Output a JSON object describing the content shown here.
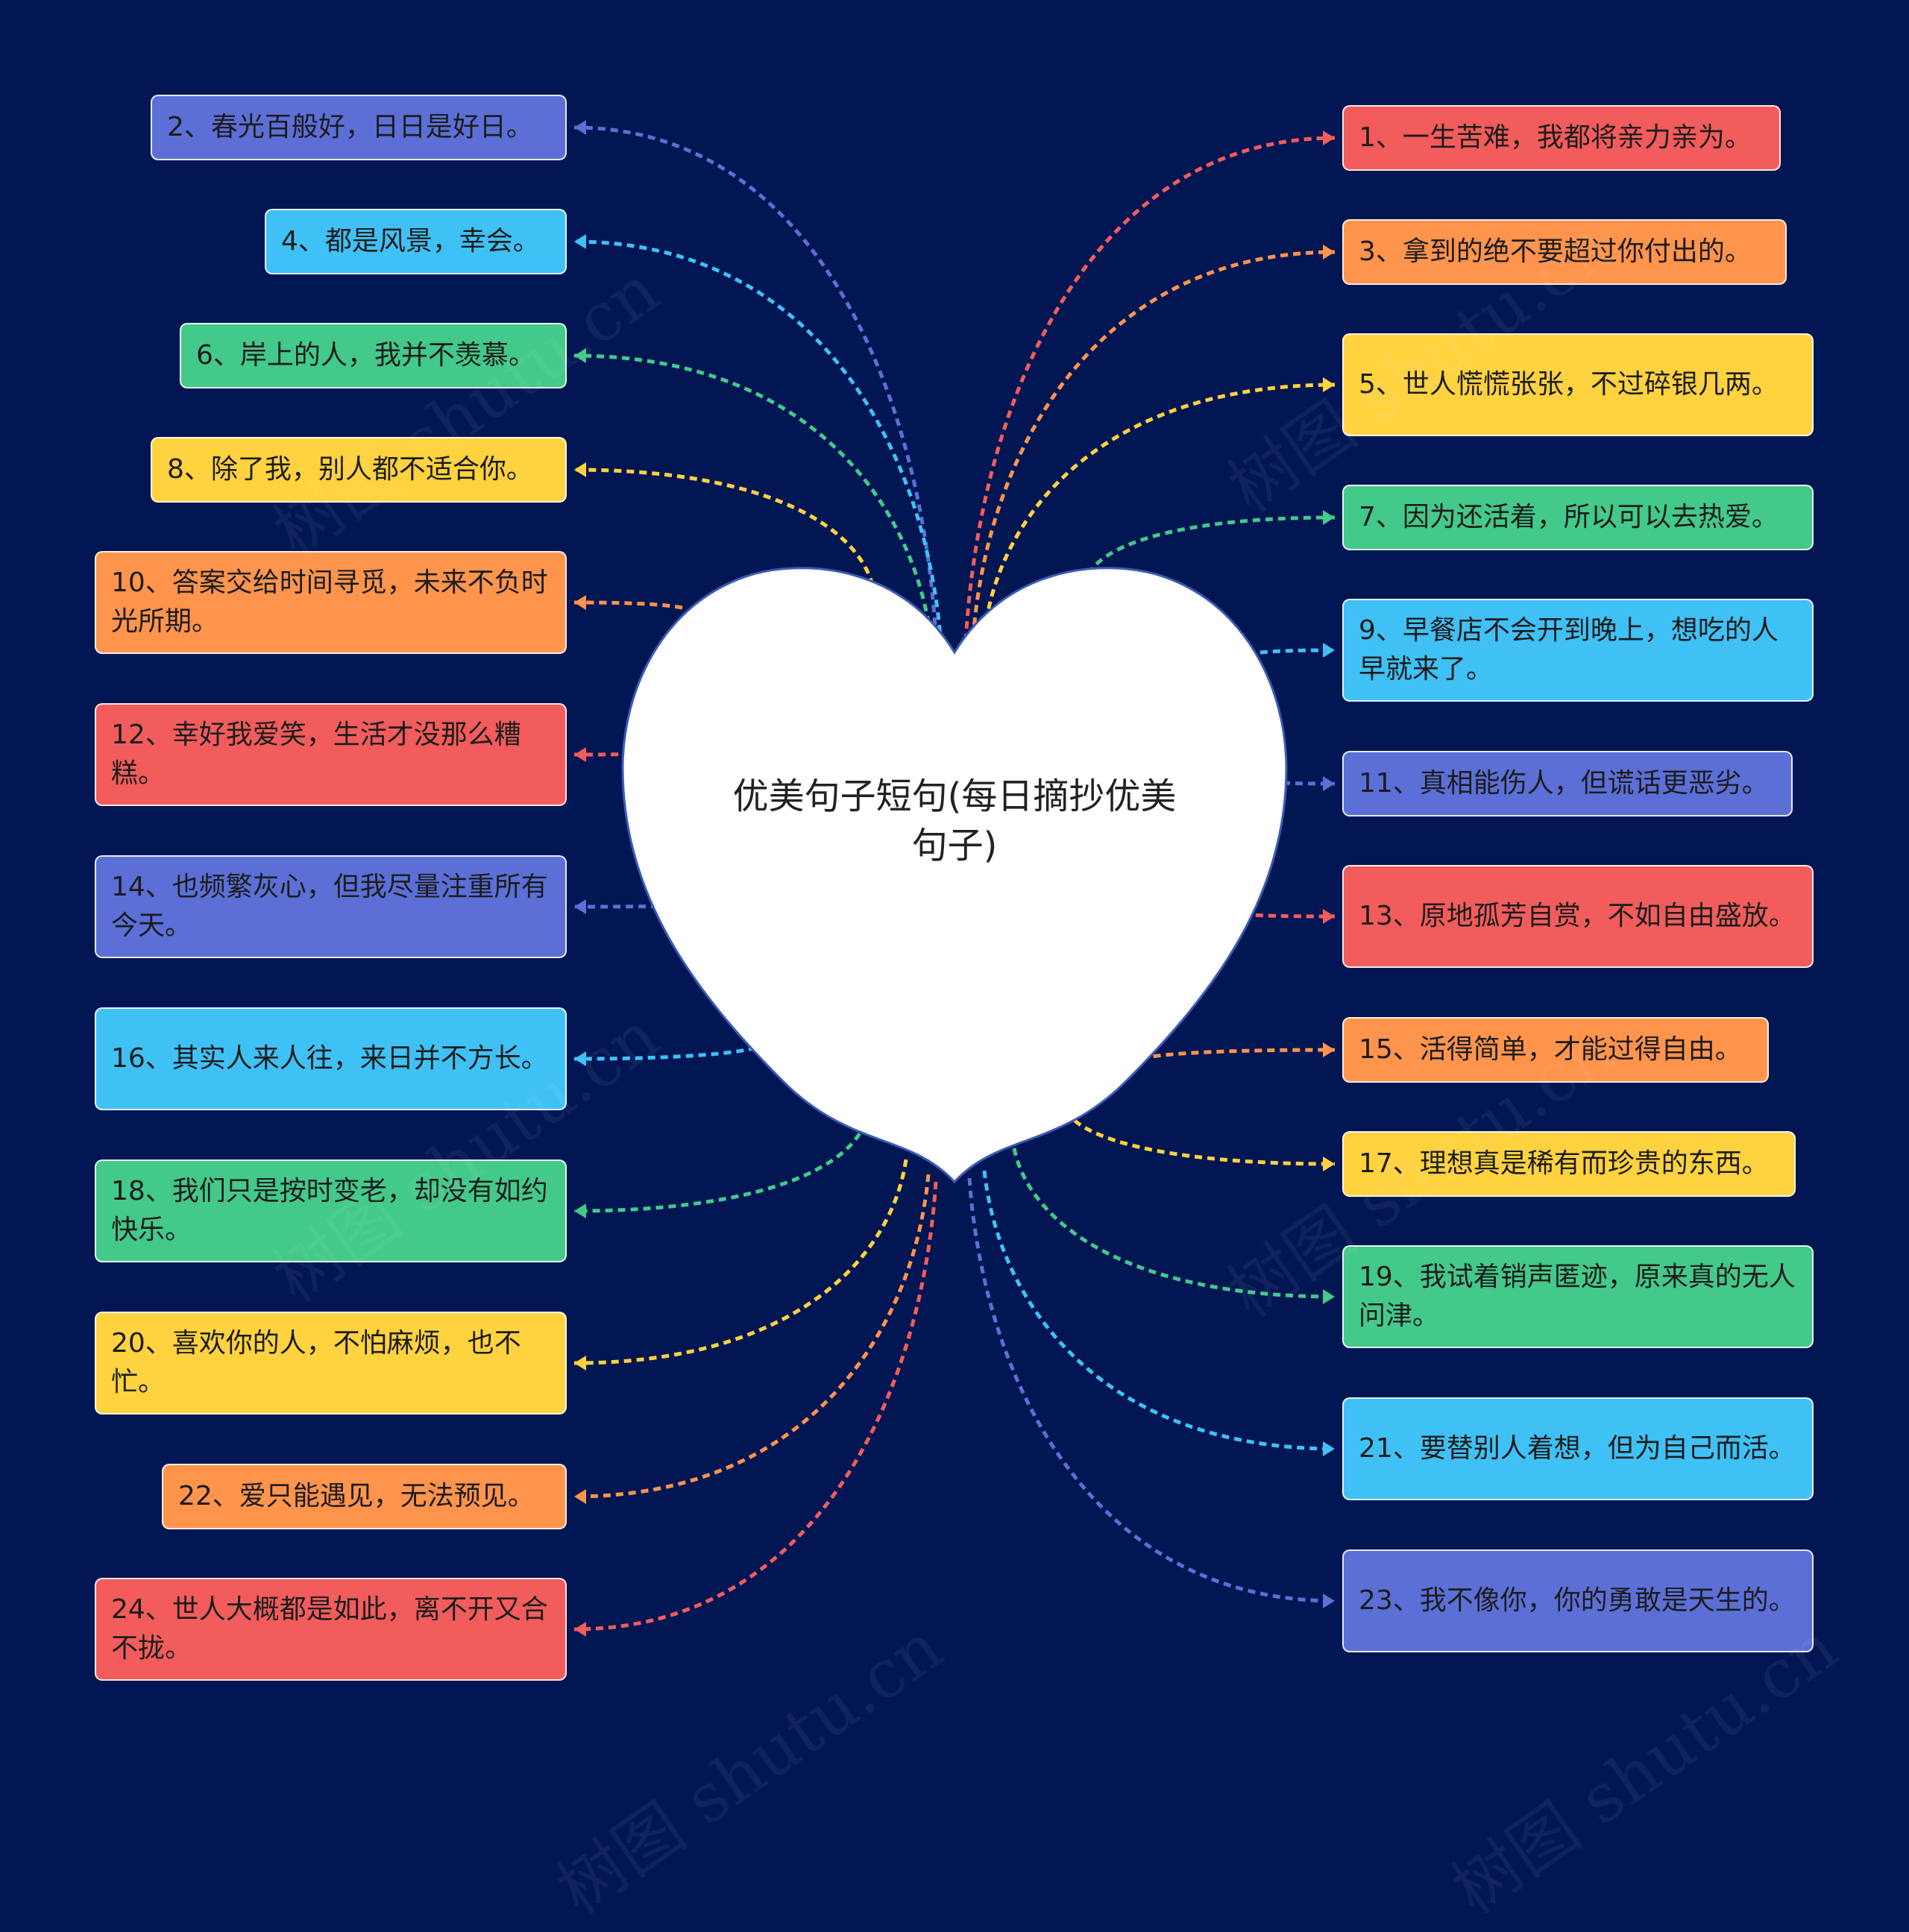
{
  "title": "优美句子短句(每日摘抄优美句子)",
  "colors": {
    "background": "#021653",
    "heart_fill": "#ffffff",
    "heart_stroke": "#3b5bb5",
    "red": "#f25c5c",
    "orange": "#ff944d",
    "yellow": "#ffd23f",
    "green": "#43c98a",
    "blue": "#3fc1f5",
    "indigo": "#5b6fd6"
  },
  "watermark": "树图 shutu.cn",
  "nodes": [
    {
      "text": "1、一生苦难，我都将亲力亲为。",
      "color": "red"
    },
    {
      "text": "2、春光百般好，日日是好日。",
      "color": "indigo"
    },
    {
      "text": "3、拿到的绝不要超过你付出的。",
      "color": "orange"
    },
    {
      "text": "4、都是风景，幸会。",
      "color": "blue"
    },
    {
      "text": "5、世人慌慌张张，不过碎银几两。",
      "color": "yellow"
    },
    {
      "text": "6、岸上的人，我并不羡慕。",
      "color": "green"
    },
    {
      "text": "7、因为还活着，所以可以去热爱。",
      "color": "green"
    },
    {
      "text": "8、除了我，别人都不适合你。",
      "color": "yellow"
    },
    {
      "text": "9、早餐店不会开到晚上，想吃的人早就来了。",
      "color": "blue"
    },
    {
      "text": "10、答案交给时间寻觅，未来不负时光所期。",
      "color": "orange"
    },
    {
      "text": "11、真相能伤人，但谎话更恶劣。",
      "color": "indigo"
    },
    {
      "text": "12、幸好我爱笑，生活才没那么糟糕。",
      "color": "red"
    },
    {
      "text": "13、原地孤芳自赏，不如自由盛放。",
      "color": "red"
    },
    {
      "text": "14、也频繁灰心，但我尽量注重所有今天。",
      "color": "indigo"
    },
    {
      "text": "15、活得简单，才能过得自由。",
      "color": "orange"
    },
    {
      "text": "16、其实人来人往，来日并不方长。",
      "color": "blue"
    },
    {
      "text": "17、理想真是稀有而珍贵的东西。",
      "color": "yellow"
    },
    {
      "text": "18、我们只是按时变老，却没有如约快乐。",
      "color": "green"
    },
    {
      "text": "19、我试着销声匿迹，原来真的无人问津。",
      "color": "green"
    },
    {
      "text": "20、喜欢你的人，不怕麻烦，也不忙。",
      "color": "yellow"
    },
    {
      "text": "21、要替别人着想，但为自己而活。",
      "color": "blue"
    },
    {
      "text": "22、爱只能遇见，无法预见。",
      "color": "orange"
    },
    {
      "text": "23、我不像你，你的勇敢是天生的。",
      "color": "indigo"
    },
    {
      "text": "24、世人大概都是如此，离不开又合不拢。",
      "color": "red"
    }
  ]
}
